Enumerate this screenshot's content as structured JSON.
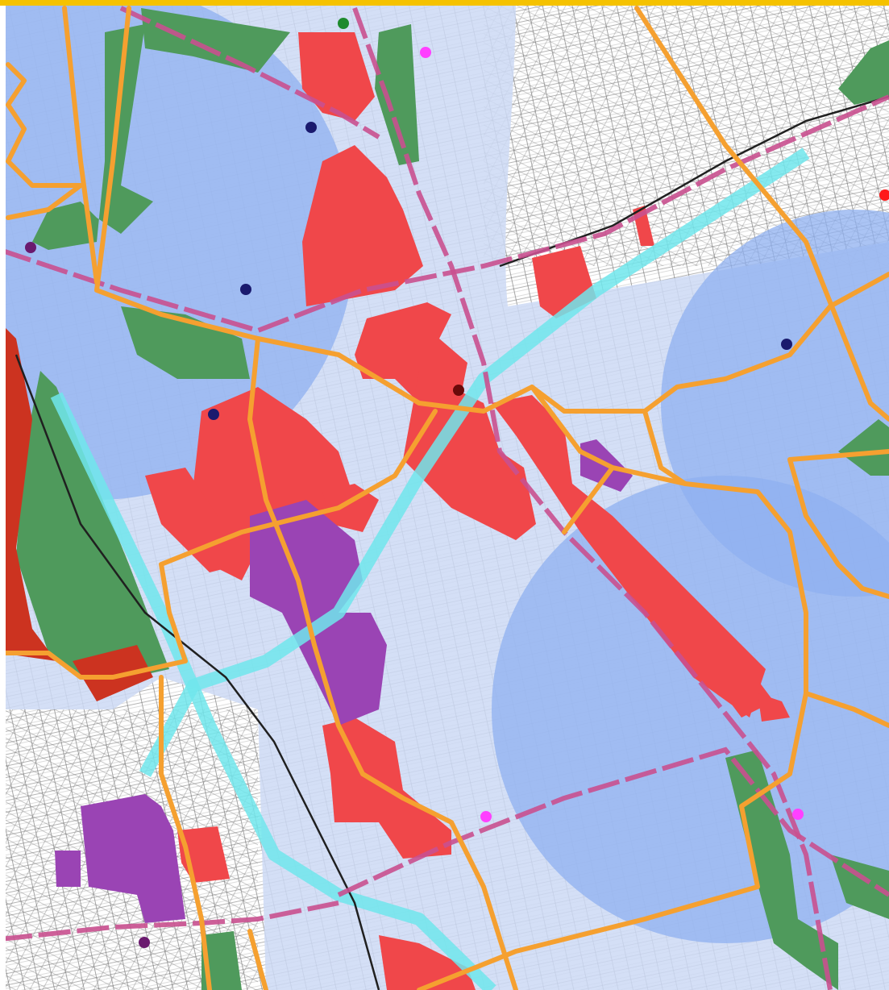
{
  "map": {
    "colors": {
      "border": "#f5c200",
      "background": "#ffffff",
      "buffer_light": "#ccd9f5",
      "buffer_strong": "#8fb0f0",
      "red_area": "#f0474a",
      "dark_red_area": "#cc3320",
      "purple_area": "#9a44b4",
      "green_area": "#4f9a5c",
      "orange_route": "#f5a030",
      "cyan_corridor": "#70e6ec",
      "pink_dashed": "#c9508f",
      "rail_line": "#202020",
      "marker_navy": "#1a1a6e",
      "marker_magenta": "#ff40ff",
      "marker_purple": "#6a1a6e",
      "marker_green": "#1e8a2e",
      "marker_red": "#ff1a1a",
      "marker_darkred": "#6a0a0a"
    },
    "layers": [
      "street-grid",
      "buffer-zones",
      "green-spaces",
      "red-development-zones",
      "purple-zones",
      "cyan-corridor",
      "orange-routes",
      "dashed-transit-routes",
      "rail-line",
      "point-markers"
    ]
  }
}
